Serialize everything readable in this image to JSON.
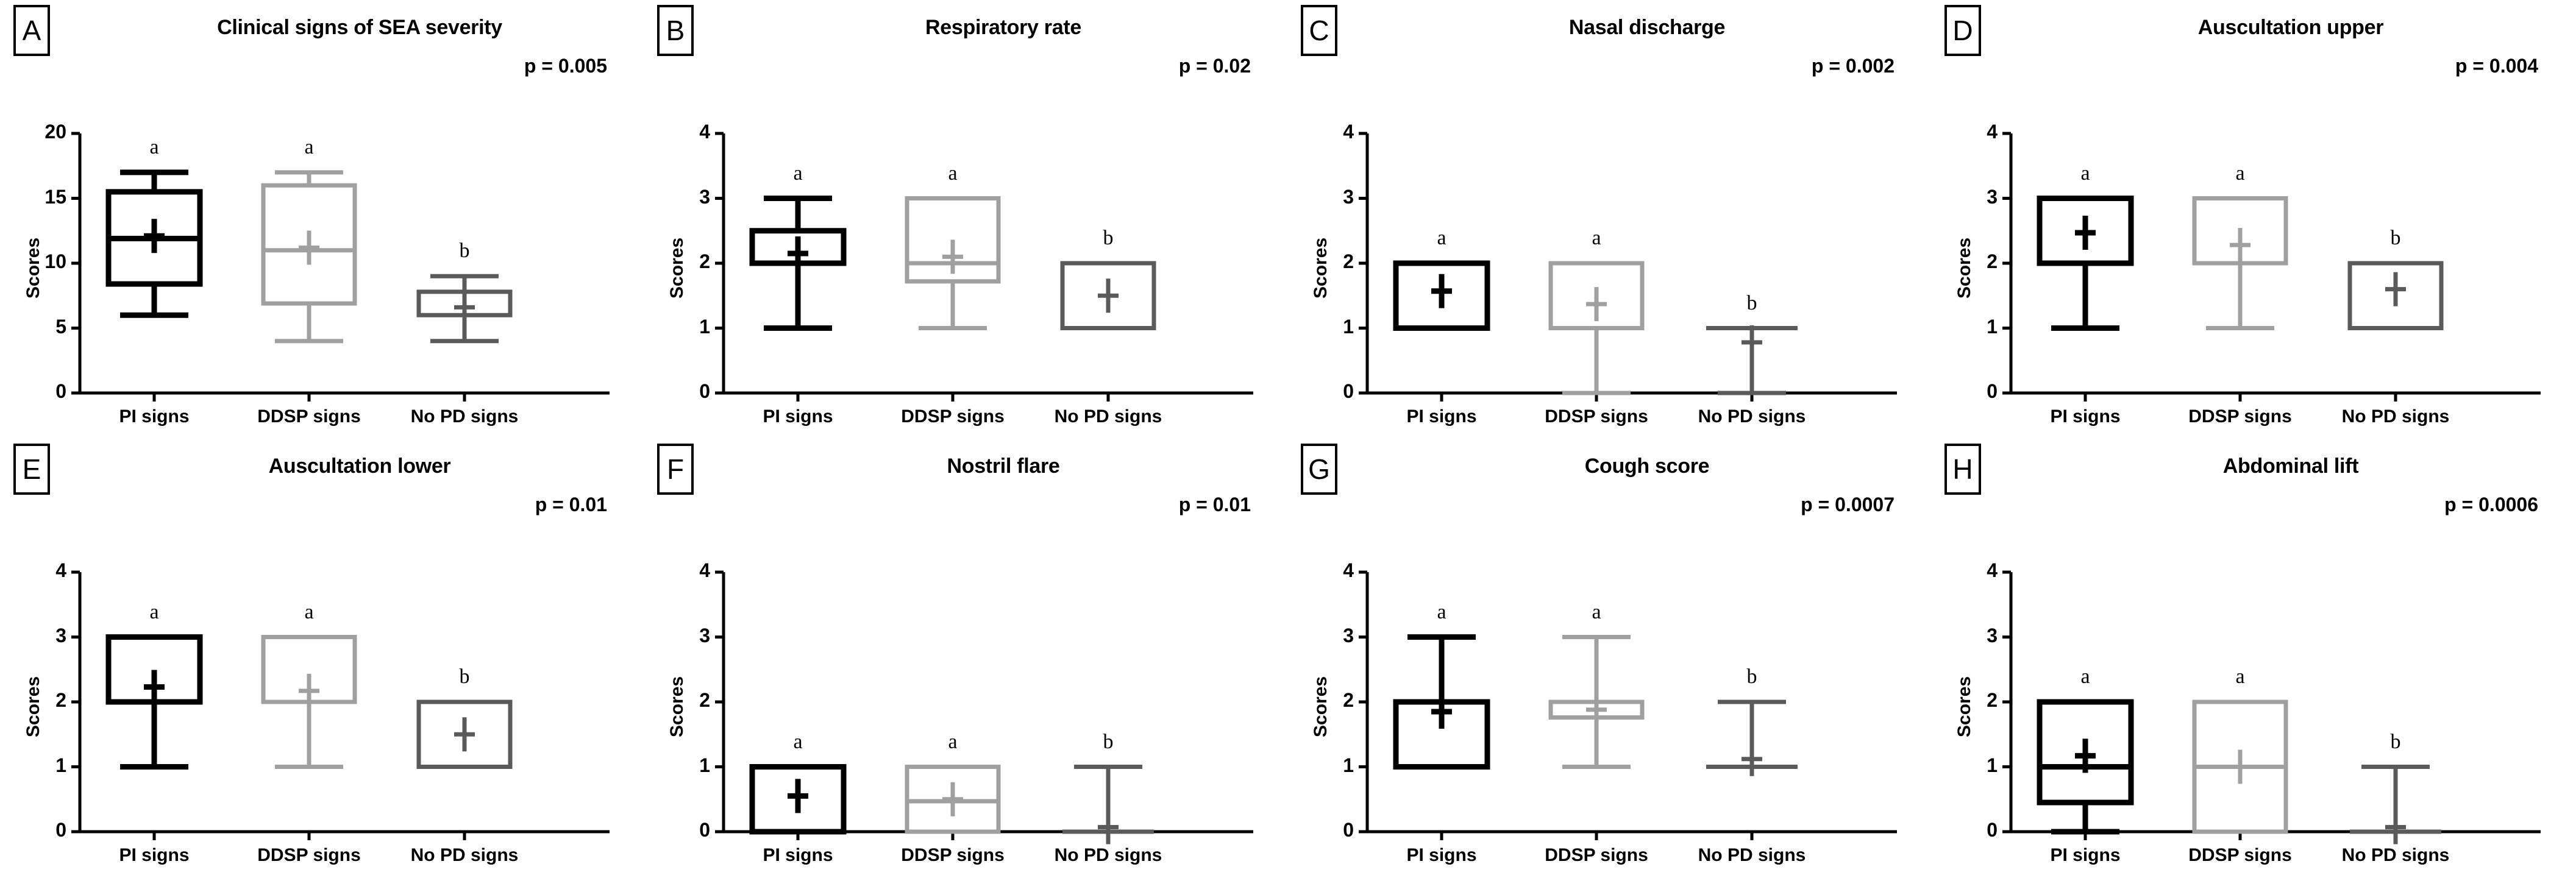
{
  "figure": {
    "ylabel": "Scores",
    "groups": [
      "PI signs",
      "DDSP signs",
      "No PD signs"
    ],
    "colors": {
      "pi": "#000000",
      "ddsp": "#a0a0a0",
      "nopd": "#5a5a5a"
    }
  },
  "chart_data": [
    {
      "type": "box",
      "panel": "A",
      "title": "Clinical signs of SEA severity",
      "pvalue": "p = 0.005",
      "ylabel": "Scores",
      "xlabel": "",
      "ylim": [
        0,
        20
      ],
      "yticks": [
        0,
        5,
        10,
        15,
        20
      ],
      "grid": false,
      "categories": [
        "PI signs",
        "DDSP signs",
        "No PD signs"
      ],
      "letters": [
        "a",
        "a",
        "b"
      ],
      "boxes": [
        {
          "group": "PI signs",
          "whisker_low": 6,
          "q1": 8.4,
          "median": 11.9,
          "q3": 15.5,
          "whisker_high": 17,
          "mean": 12.1,
          "color": "#000000"
        },
        {
          "group": "DDSP signs",
          "whisker_low": 4,
          "q1": 6.9,
          "median": 11.0,
          "q3": 16.0,
          "whisker_high": 17,
          "mean": 11.2,
          "color": "#a0a0a0"
        },
        {
          "group": "No PD signs",
          "whisker_low": 4,
          "q1": 6.0,
          "median": 6.0,
          "q3": 7.8,
          "whisker_high": 9,
          "mean": 6.6,
          "color": "#5a5a5a"
        }
      ]
    },
    {
      "type": "box",
      "panel": "B",
      "title": "Respiratory rate",
      "pvalue": "p = 0.02",
      "ylabel": "Scores",
      "xlabel": "",
      "ylim": [
        0,
        4
      ],
      "yticks": [
        0,
        1,
        2,
        3,
        4
      ],
      "grid": false,
      "categories": [
        "PI signs",
        "DDSP signs",
        "No PD signs"
      ],
      "letters": [
        "a",
        "a",
        "b"
      ],
      "boxes": [
        {
          "group": "PI signs",
          "whisker_low": 1,
          "q1": 2.0,
          "median": 2.0,
          "q3": 2.5,
          "whisker_high": 3,
          "mean": 2.15,
          "color": "#000000"
        },
        {
          "group": "DDSP signs",
          "whisker_low": 1,
          "q1": 1.72,
          "median": 2.0,
          "q3": 3.0,
          "whisker_high": 3,
          "mean": 2.1,
          "color": "#a0a0a0"
        },
        {
          "group": "No PD signs",
          "whisker_low": 1,
          "q1": 1.0,
          "median": 1.0,
          "q3": 2.0,
          "whisker_high": 2,
          "mean": 1.5,
          "color": "#5a5a5a"
        }
      ]
    },
    {
      "type": "box",
      "panel": "C",
      "title": "Nasal discharge",
      "pvalue": "p = 0.002",
      "ylabel": "Scores",
      "xlabel": "",
      "ylim": [
        0,
        4
      ],
      "yticks": [
        0,
        1,
        2,
        3,
        4
      ],
      "grid": false,
      "categories": [
        "PI signs",
        "DDSP signs",
        "No PD signs"
      ],
      "letters": [
        "a",
        "a",
        "b"
      ],
      "boxes": [
        {
          "group": "PI signs",
          "whisker_low": 1,
          "q1": 1.0,
          "median": 1.0,
          "q3": 2.0,
          "whisker_high": 2,
          "mean": 1.57,
          "color": "#000000"
        },
        {
          "group": "DDSP signs",
          "whisker_low": 0,
          "q1": 1.0,
          "median": 1.0,
          "q3": 2.0,
          "whisker_high": 2,
          "mean": 1.37,
          "color": "#a0a0a0"
        },
        {
          "group": "No PD signs",
          "whisker_low": 0,
          "q1": 1.0,
          "median": 1.0,
          "q3": 1.0,
          "whisker_high": 1,
          "mean": 0.78,
          "color": "#5a5a5a"
        }
      ]
    },
    {
      "type": "box",
      "panel": "D",
      "title": "Auscultation upper",
      "pvalue": "p = 0.004",
      "ylabel": "Scores",
      "xlabel": "",
      "ylim": [
        0,
        4
      ],
      "yticks": [
        0,
        1,
        2,
        3,
        4
      ],
      "grid": false,
      "categories": [
        "PI signs",
        "DDSP signs",
        "No PD signs"
      ],
      "letters": [
        "a",
        "a",
        "b"
      ],
      "boxes": [
        {
          "group": "PI signs",
          "whisker_low": 1,
          "q1": 2.0,
          "median": 2.0,
          "q3": 3.0,
          "whisker_high": 3,
          "mean": 2.47,
          "color": "#000000"
        },
        {
          "group": "DDSP signs",
          "whisker_low": 1,
          "q1": 2.0,
          "median": 2.0,
          "q3": 3.0,
          "whisker_high": 3,
          "mean": 2.28,
          "color": "#a0a0a0"
        },
        {
          "group": "No PD signs",
          "whisker_low": 1,
          "q1": 1.0,
          "median": 1.0,
          "q3": 2.0,
          "whisker_high": 2,
          "mean": 1.6,
          "color": "#5a5a5a"
        }
      ]
    },
    {
      "type": "box",
      "panel": "E",
      "title": "Auscultation lower",
      "pvalue": "p = 0.01",
      "ylabel": "Scores",
      "xlabel": "",
      "ylim": [
        0,
        4
      ],
      "yticks": [
        0,
        1,
        2,
        3,
        4
      ],
      "grid": false,
      "categories": [
        "PI signs",
        "DDSP signs",
        "No PD signs"
      ],
      "letters": [
        "a",
        "a",
        "b"
      ],
      "boxes": [
        {
          "group": "PI signs",
          "whisker_low": 1,
          "q1": 2.0,
          "median": 2.0,
          "q3": 3.0,
          "whisker_high": 3,
          "mean": 2.23,
          "color": "#000000"
        },
        {
          "group": "DDSP signs",
          "whisker_low": 1,
          "q1": 2.0,
          "median": 2.0,
          "q3": 3.0,
          "whisker_high": 3,
          "mean": 2.17,
          "color": "#a0a0a0"
        },
        {
          "group": "No PD signs",
          "whisker_low": 1,
          "q1": 1.0,
          "median": 1.0,
          "q3": 2.0,
          "whisker_high": 2,
          "mean": 1.5,
          "color": "#5a5a5a"
        }
      ]
    },
    {
      "type": "box",
      "panel": "F",
      "title": "Nostril flare",
      "pvalue": "p = 0.01",
      "ylabel": "Scores",
      "xlabel": "",
      "ylim": [
        0,
        4
      ],
      "yticks": [
        0,
        1,
        2,
        3,
        4
      ],
      "grid": false,
      "categories": [
        "PI signs",
        "DDSP signs",
        "No PD signs"
      ],
      "letters": [
        "a",
        "a",
        "b"
      ],
      "boxes": [
        {
          "group": "PI signs",
          "whisker_low": 0,
          "q1": 0.0,
          "median": 0.0,
          "q3": 1.0,
          "whisker_high": 1,
          "mean": 0.55,
          "color": "#000000"
        },
        {
          "group": "DDSP signs",
          "whisker_low": 0,
          "q1": 0.0,
          "median": 0.47,
          "q3": 1.0,
          "whisker_high": 1,
          "mean": 0.5,
          "color": "#a0a0a0"
        },
        {
          "group": "No PD signs",
          "whisker_low": 0,
          "q1": 0.0,
          "median": 0.0,
          "q3": 0.0,
          "whisker_high": 1,
          "mean": 0.07,
          "color": "#5a5a5a"
        }
      ]
    },
    {
      "type": "box",
      "panel": "G",
      "title": "Cough score",
      "pvalue": "p = 0.0007",
      "ylabel": "Scores",
      "xlabel": "",
      "ylim": [
        0,
        4
      ],
      "yticks": [
        0,
        1,
        2,
        3,
        4
      ],
      "grid": false,
      "categories": [
        "PI signs",
        "DDSP signs",
        "No PD signs"
      ],
      "letters": [
        "a",
        "a",
        "b"
      ],
      "boxes": [
        {
          "group": "PI signs",
          "whisker_low": 1,
          "q1": 1.0,
          "median": 1.0,
          "q3": 2.0,
          "whisker_high": 3,
          "mean": 1.85,
          "color": "#000000"
        },
        {
          "group": "DDSP signs",
          "whisker_low": 1,
          "q1": 1.76,
          "median": 2.0,
          "q3": 2.0,
          "whisker_high": 3,
          "mean": 1.88,
          "color": "#a0a0a0"
        },
        {
          "group": "No PD signs",
          "whisker_low": 1,
          "q1": 1.0,
          "median": 1.0,
          "q3": 1.0,
          "whisker_high": 2,
          "mean": 1.12,
          "color": "#5a5a5a"
        }
      ]
    },
    {
      "type": "box",
      "panel": "H",
      "title": "Abdominal lift",
      "pvalue": "p = 0.0006",
      "ylabel": "Scores",
      "xlabel": "",
      "ylim": [
        0,
        4
      ],
      "yticks": [
        0,
        1,
        2,
        3,
        4
      ],
      "grid": false,
      "categories": [
        "PI signs",
        "DDSP signs",
        "No PD signs"
      ],
      "letters": [
        "a",
        "a",
        "b"
      ],
      "boxes": [
        {
          "group": "PI signs",
          "whisker_low": 0,
          "q1": 0.45,
          "median": 1.0,
          "q3": 2.0,
          "whisker_high": 2,
          "mean": 1.17,
          "color": "#000000"
        },
        {
          "group": "DDSP signs",
          "whisker_low": 0,
          "q1": 0.0,
          "median": 1.0,
          "q3": 2.0,
          "whisker_high": 2,
          "mean": 1.0,
          "color": "#a0a0a0"
        },
        {
          "group": "No PD signs",
          "whisker_low": 0,
          "q1": 0.0,
          "median": 0.0,
          "q3": 0.0,
          "whisker_high": 1,
          "mean": 0.07,
          "color": "#5a5a5a"
        }
      ]
    }
  ]
}
